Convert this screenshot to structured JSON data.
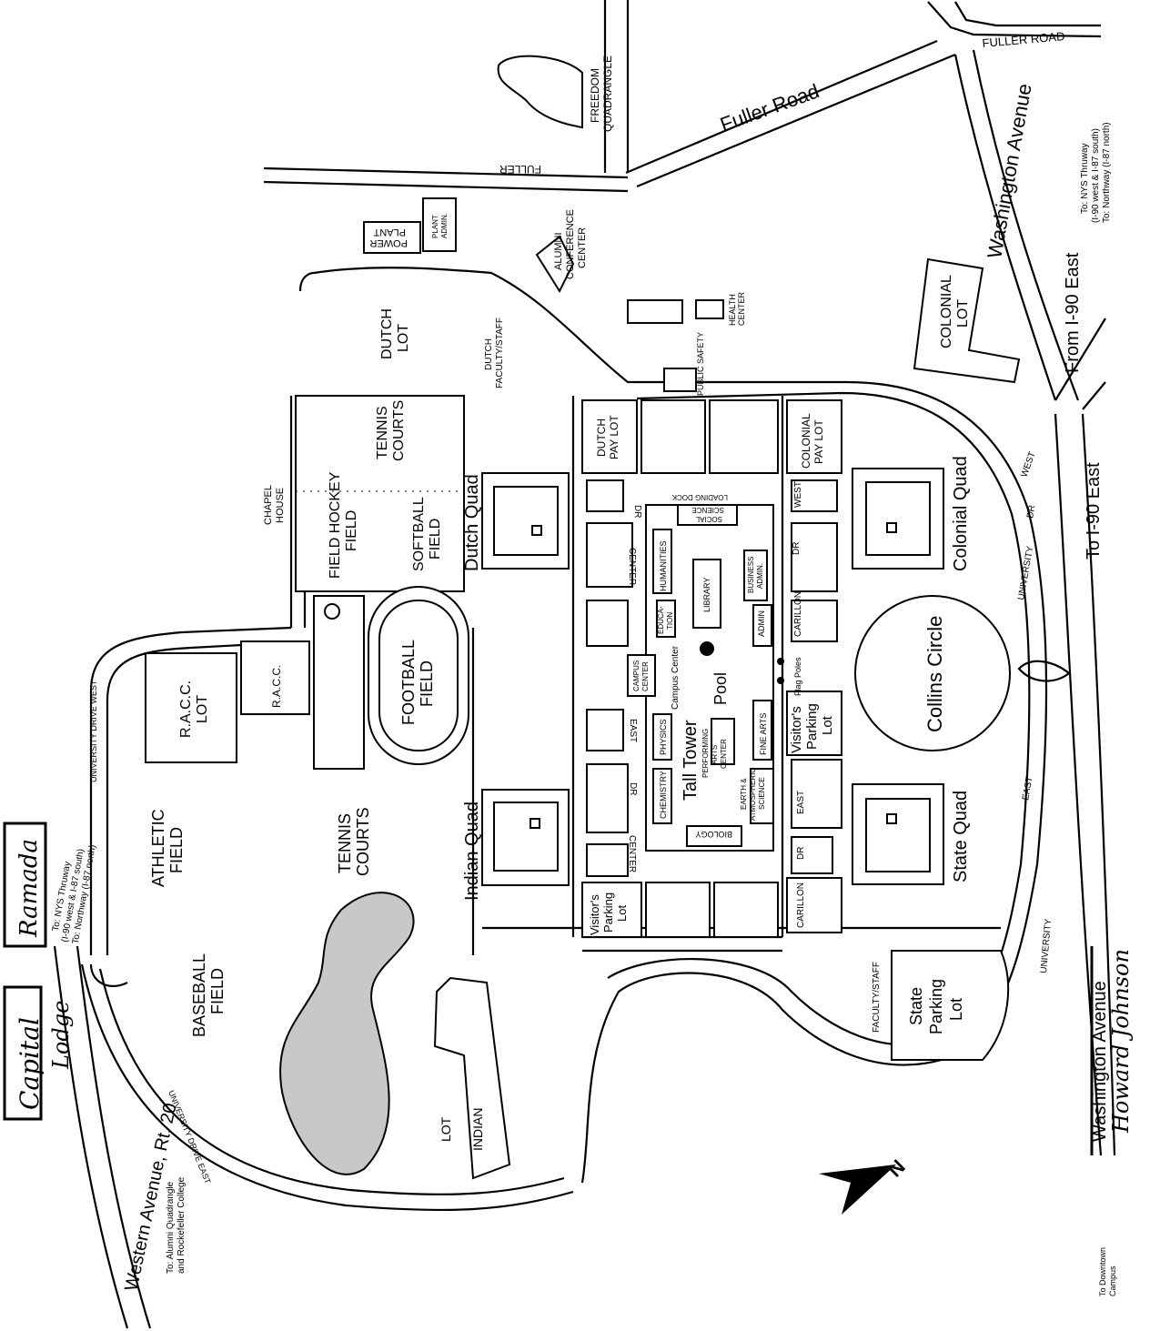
{
  "roads": {
    "fuller_road_top": "FULLER ROAD",
    "fuller_road": "Fuller Road",
    "fuller": "FULLER",
    "washington_avenue_top": "Washington Avenue",
    "washington_avenue_bottom": "Washington Avenue",
    "western_avenue": "Western Avenue, Rt. 20",
    "university_drive_west": "UNIVERSITY DRIVE WEST",
    "university_drive_east": "UNIVERSITY DRIVE EAST",
    "from_i90": "From I-90 East",
    "to_i90": "To I-90 East",
    "ring_west": [
      "WEST",
      "DR",
      "UNIVERSITY"
    ],
    "ring_east": [
      "EAST",
      "UNIVERSITY"
    ],
    "dr_labels": [
      "DR",
      "DR",
      "DR",
      "DR"
    ],
    "center_labels": [
      "CENTER",
      "CENTER"
    ],
    "carillon_labels": [
      "CARILLON",
      "CARILLON"
    ],
    "west_label": "WEST",
    "east_labels": [
      "EAST",
      "EAST"
    ]
  },
  "directions": {
    "nys_thruway_ne": [
      "To: NYS Thruway",
      "(I-90 west & I-87 south)",
      "To: Northway (I-87 north)"
    ],
    "nys_thruway_w": [
      "To: NYS Thruway",
      "(I-90 west & I-87 south)",
      "To: Northway (I-87 north)"
    ],
    "alumni_quad": [
      "To: Alumni Quadrangle",
      "and Rockefeller College"
    ],
    "downtown": [
      "To Downtown",
      "Campus"
    ]
  },
  "places": {
    "freedom_quad": [
      "FREEDOM",
      "QUADRANGLE"
    ],
    "power_plant": [
      "POWER",
      "PLANT"
    ],
    "plant_admin": [
      "PLANT",
      "ADMIN."
    ],
    "alumni_center": [
      "ALUMNI",
      "CONFERENCE",
      "CENTER"
    ],
    "health_center": [
      "HEALTH",
      "CENTER"
    ],
    "public_safety": "PUBLIC SAFETY",
    "dutch_lot": [
      "DUTCH",
      "LOT"
    ],
    "dutch_faculty": [
      "DUTCH",
      "FACULTY/STAFF"
    ],
    "colonial_lot": [
      "COLONIAL",
      "LOT"
    ],
    "tennis_courts_1": [
      "TENNIS",
      "COURTS"
    ],
    "tennis_courts_2": [
      "TENNIS",
      "COURTS"
    ],
    "chapel_house": [
      "CHAPEL",
      "HOUSE"
    ],
    "field_hockey": [
      "FIELD HOCKEY",
      "FIELD"
    ],
    "softball": [
      "SOFTBALL",
      "FIELD"
    ],
    "dutch_pay_lot": [
      "DUTCH",
      "PAY LOT"
    ],
    "colonial_pay_lot": [
      "COLONIAL",
      "PAY LOT"
    ],
    "dutch_quad": "Dutch Quad",
    "colonial_quad": "Colonial Quad",
    "indian_quad": "Indian Quad",
    "state_quad": "State Quad",
    "collins_circle": "Collins Circle",
    "football_field": [
      "FOOTBALL",
      "FIELD"
    ],
    "racc": "R.A.C.C.",
    "racc_lot": [
      "R.A.C.C.",
      "LOT"
    ],
    "athletic_field": [
      "ATHLETIC",
      "FIELD"
    ],
    "baseball_field": [
      "BASEBALL",
      "FIELD"
    ],
    "indian_lot": [
      "INDIAN",
      "LOT"
    ],
    "visitors_lot_1": [
      "Visitor's",
      "Parking",
      "Lot"
    ],
    "visitors_lot_2": [
      "Visitor's",
      "Parking",
      "Lot"
    ],
    "faculty_staff": "FACULTY/STAFF",
    "state_parking_lot": [
      "State",
      "Parking",
      "Lot"
    ],
    "flag_poles": "Flag Poles"
  },
  "podium": {
    "loading_dock": "LOADING DOCK",
    "social_science": [
      "SOCIAL",
      "SCIENCE"
    ],
    "humanities": "HUMANITIES",
    "library": "LIBRARY",
    "business_admin": [
      "BUSINESS",
      "ADMIN."
    ],
    "education": [
      "EDUCA-",
      "TION"
    ],
    "admin": "ADMIN",
    "campus_center_box": [
      "CAMPUS",
      "CENTER"
    ],
    "campus_center": "Campus Center",
    "pool": "Pool",
    "tall_tower": "Tall Tower",
    "physics": "PHYSICS",
    "performing_arts": [
      "PERFORMING",
      "ARTS",
      "CENTER"
    ],
    "fine_arts": "FINE ARTS",
    "chemistry": "CHEMISTRY",
    "earth_science": [
      "EARTH &",
      "ATMOSPHERIC",
      "SCIENCE"
    ],
    "biology": "BIOLOGY"
  },
  "handwritten": {
    "ramada": "Ramada",
    "capital_lodge": [
      "Capital",
      "Lodge"
    ],
    "howard_johnson": "Howard Johnson"
  },
  "compass": {
    "label": "N"
  },
  "colors": {
    "ink": "#000000",
    "paper": "#ffffff",
    "pond": "#c8c8c8"
  }
}
